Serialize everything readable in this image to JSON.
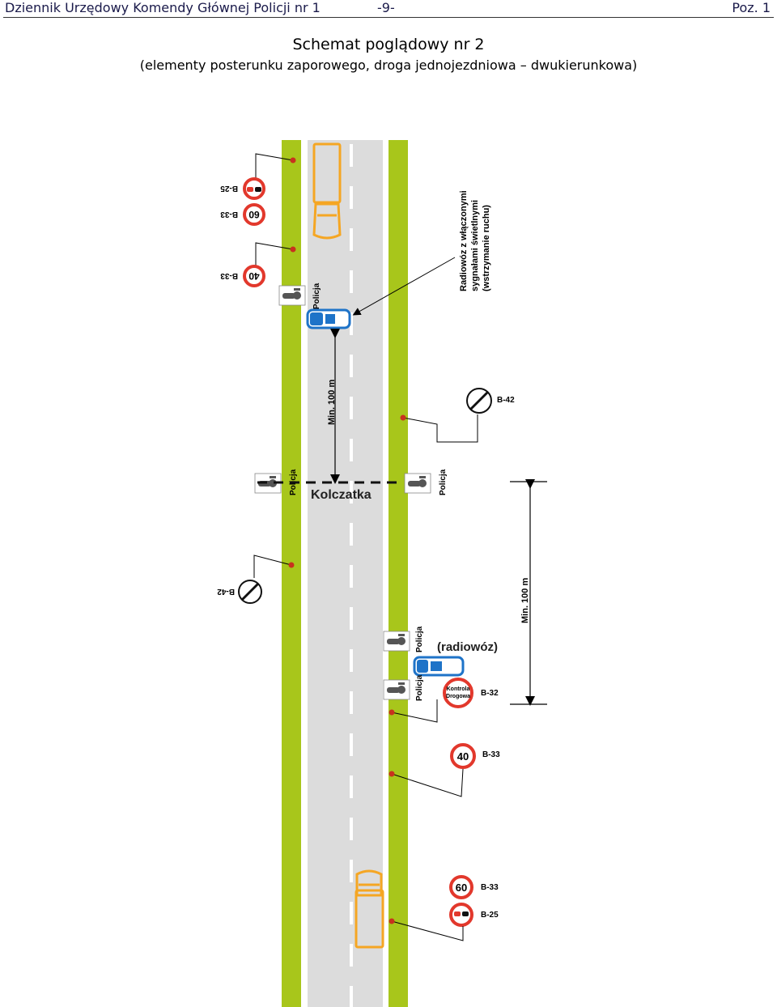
{
  "header": {
    "left": "Dziennik Urzędowy Komendy Głównej Policji nr 1",
    "center": "-9-",
    "right": "Poz. 1"
  },
  "title": "Schemat poglądowy nr 2",
  "subtitle": "(elementy posterunku zaporowego, droga jednojezdniowa – dwukierunkowa)",
  "labels": {
    "policja": "Policja",
    "kolczatka": "Kolczatka",
    "radiowoz": "(radiowóz)",
    "min100": "Min. 100 m",
    "callout_line1": "Radiowóz z włączonymi",
    "callout_line2": "sygnałami świetlnymi",
    "callout_line3": "(wstrzymanie ruchu)",
    "kontrola_line1": "Kontrola",
    "kontrola_line2": "Drogowa"
  },
  "signs": {
    "b25": "B-25",
    "b33": "B-33",
    "b42": "B-42",
    "b32": "B-32",
    "speed60": "60",
    "speed40": "40"
  },
  "colors": {
    "verge": "#a8c61b",
    "road": "#dcdcdc",
    "truck": "#f5a623",
    "police_car": "#1e73c8",
    "sign_red": "#e2382c",
    "callout_dot": "#c8321e"
  }
}
